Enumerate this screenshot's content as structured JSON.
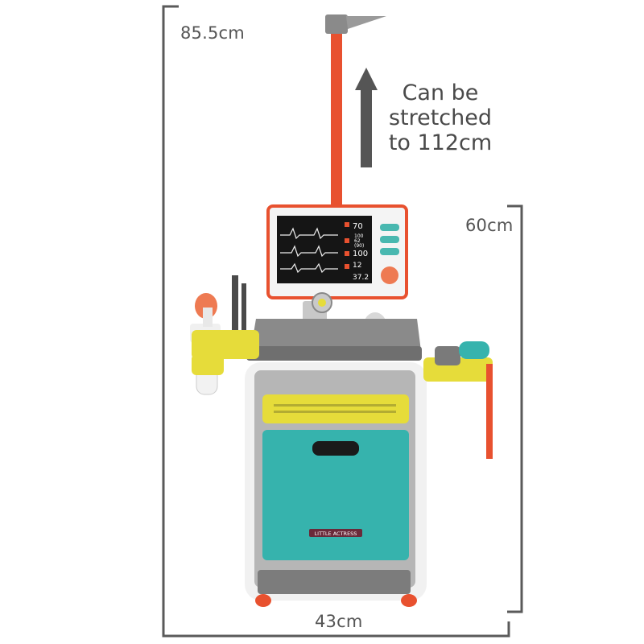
{
  "dimensions": {
    "height": "85.5cm",
    "depth": "60cm",
    "width": "43cm"
  },
  "note": {
    "line1": "Can be",
    "line2": "stretched",
    "line3": "to 112cm"
  },
  "monitor": {
    "heart_rate": "70",
    "pressure_top": "100",
    "pressure_mid": "62",
    "pressure_bottom": "(90)",
    "spo2": "100",
    "resp": "12",
    "temp": "37.2"
  },
  "brand": "LITTLE ACTRESS",
  "colors": {
    "pole": "#e8512f",
    "teal": "#36b3ad",
    "yellow": "#e6dc3a",
    "gray": "#7a7a7a",
    "dim_line": "#555555"
  }
}
